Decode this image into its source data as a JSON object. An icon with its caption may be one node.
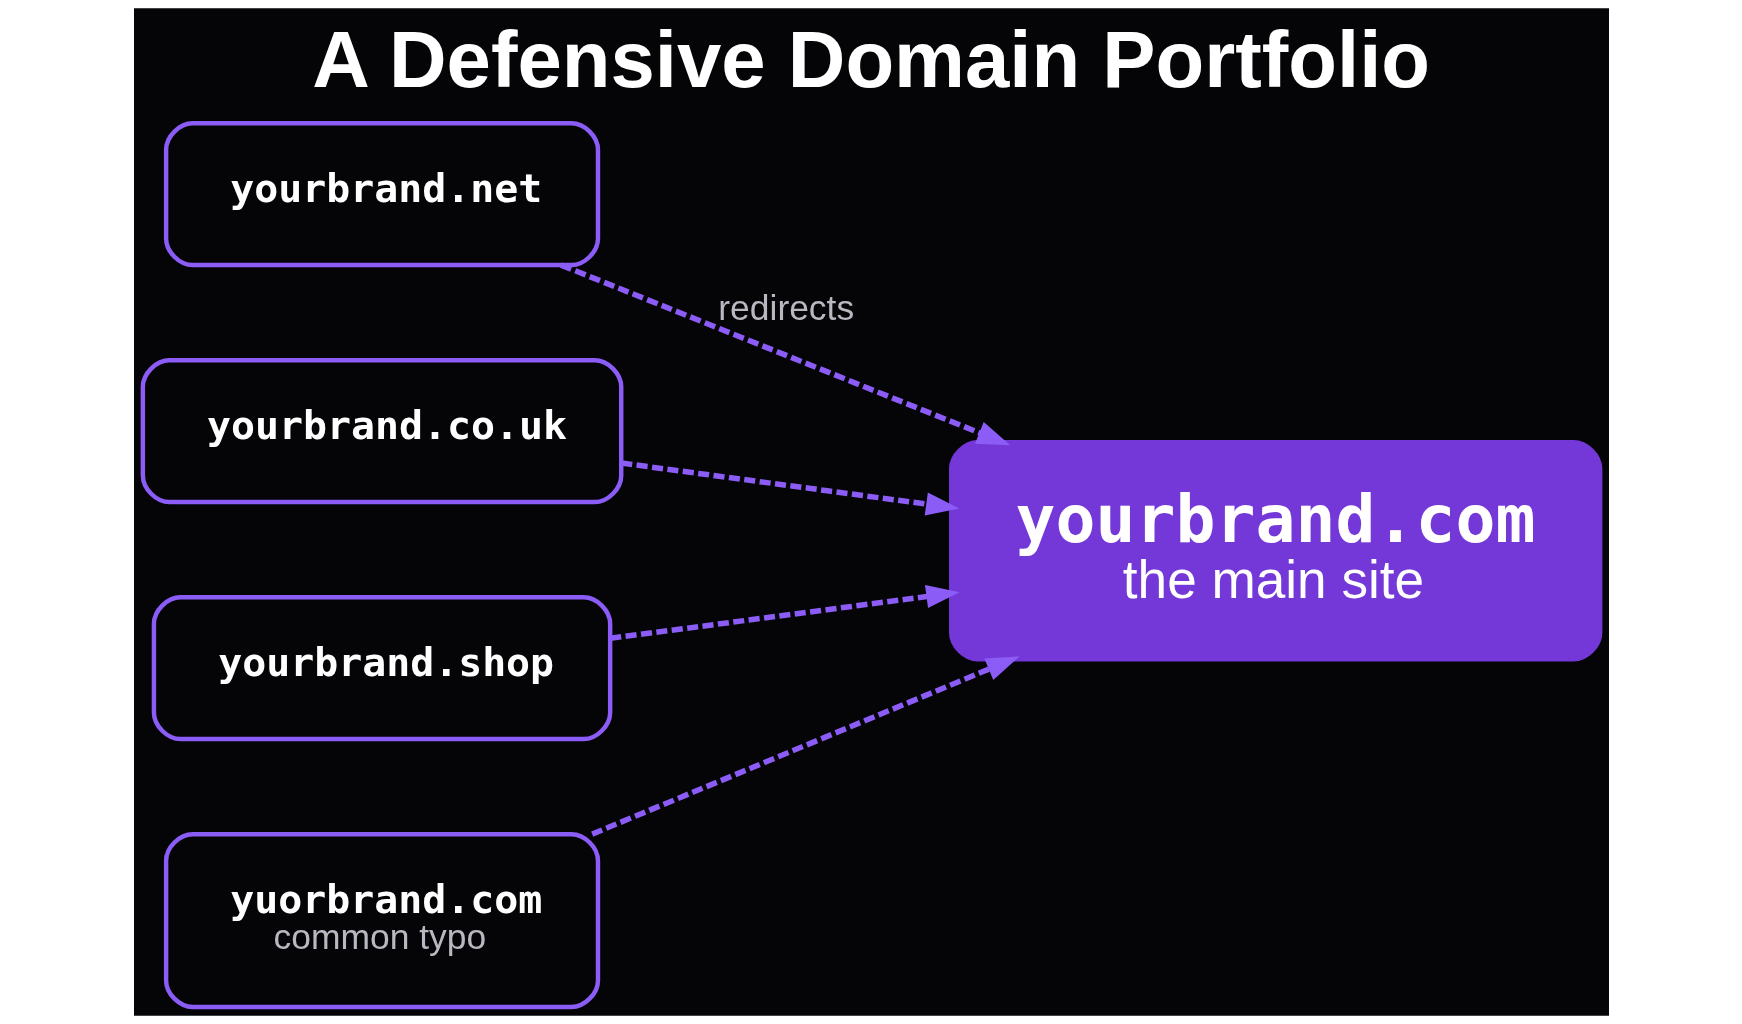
{
  "diagram": {
    "title": "A Defensive Domain Portfolio",
    "nodes": [
      {
        "text": [
          "yourbrand.net"
        ]
      },
      {
        "text": [
          "yourbrand.co.uk"
        ]
      },
      {
        "text": [
          "yourbrand.shop"
        ]
      },
      {
        "text": [
          "yourbrand.com",
          "the main site"
        ]
      },
      {
        "text": [
          "yuorbrand.com",
          "common typo"
        ]
      }
    ],
    "edges": [
      {
        "from": 0,
        "to": 3,
        "arrow": "to",
        "label": "redirects",
        "style": "dashed"
      },
      {
        "from": 1,
        "to": 3,
        "arrow": "to",
        "style": "dashed"
      },
      {
        "from": 2,
        "to": 3,
        "arrow": "to",
        "style": "dashed"
      },
      {
        "from": 4,
        "to": 3,
        "arrow": "to",
        "style": "dashed"
      }
    ]
  }
}
